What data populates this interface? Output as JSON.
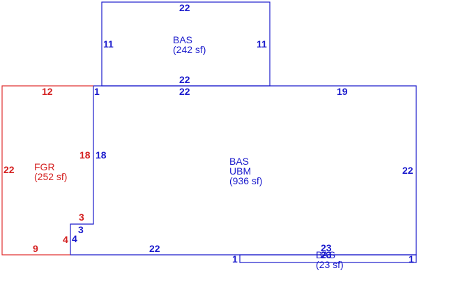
{
  "areas": {
    "bas_top": {
      "code": "BAS",
      "size": "(242 sf)"
    },
    "main": {
      "code": "BAS",
      "sub": "UBM",
      "size": "(936 sf)"
    },
    "fgr": {
      "code": "FGR",
      "size": "(252 sf)"
    },
    "bas_small": {
      "code": "BAS",
      "size": "(23 sf)"
    }
  },
  "dims": {
    "bas_top_top": "22",
    "bas_top_left": "11",
    "bas_top_right": "11",
    "bas_top_bottom": "22",
    "main_top_a": "1",
    "main_top_b": "22",
    "main_top_c": "19",
    "main_left": "18",
    "main_right": "22",
    "main_step_v": "3",
    "main_step_h": "4",
    "main_bottom": "22",
    "main_bottom_right": "1",
    "fgr_top": "12",
    "fgr_left": "22",
    "fgr_right": "18",
    "fgr_step": "3",
    "fgr_step_v": "4",
    "fgr_bottom": "9",
    "small_top": "23",
    "small_top2": "23",
    "small_left": "1",
    "small_right": "1"
  },
  "colors": {
    "blue": "#1a1acc",
    "red": "#e03030"
  }
}
